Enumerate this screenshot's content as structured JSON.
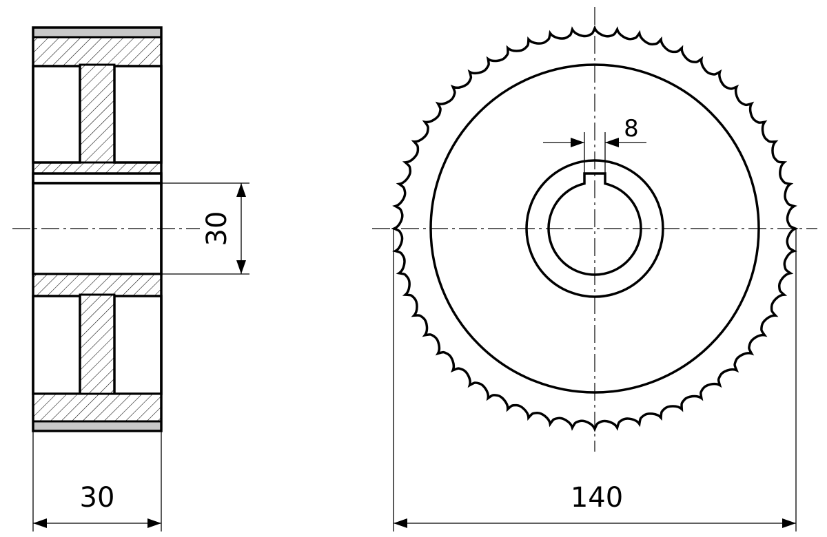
{
  "drawing": {
    "side_view": {
      "width_dimension": "30",
      "bore_dimension": "30"
    },
    "front_view": {
      "outer_diameter_dimension": "140",
      "keyway_width_dimension": "8",
      "tooth_count": 56
    }
  }
}
